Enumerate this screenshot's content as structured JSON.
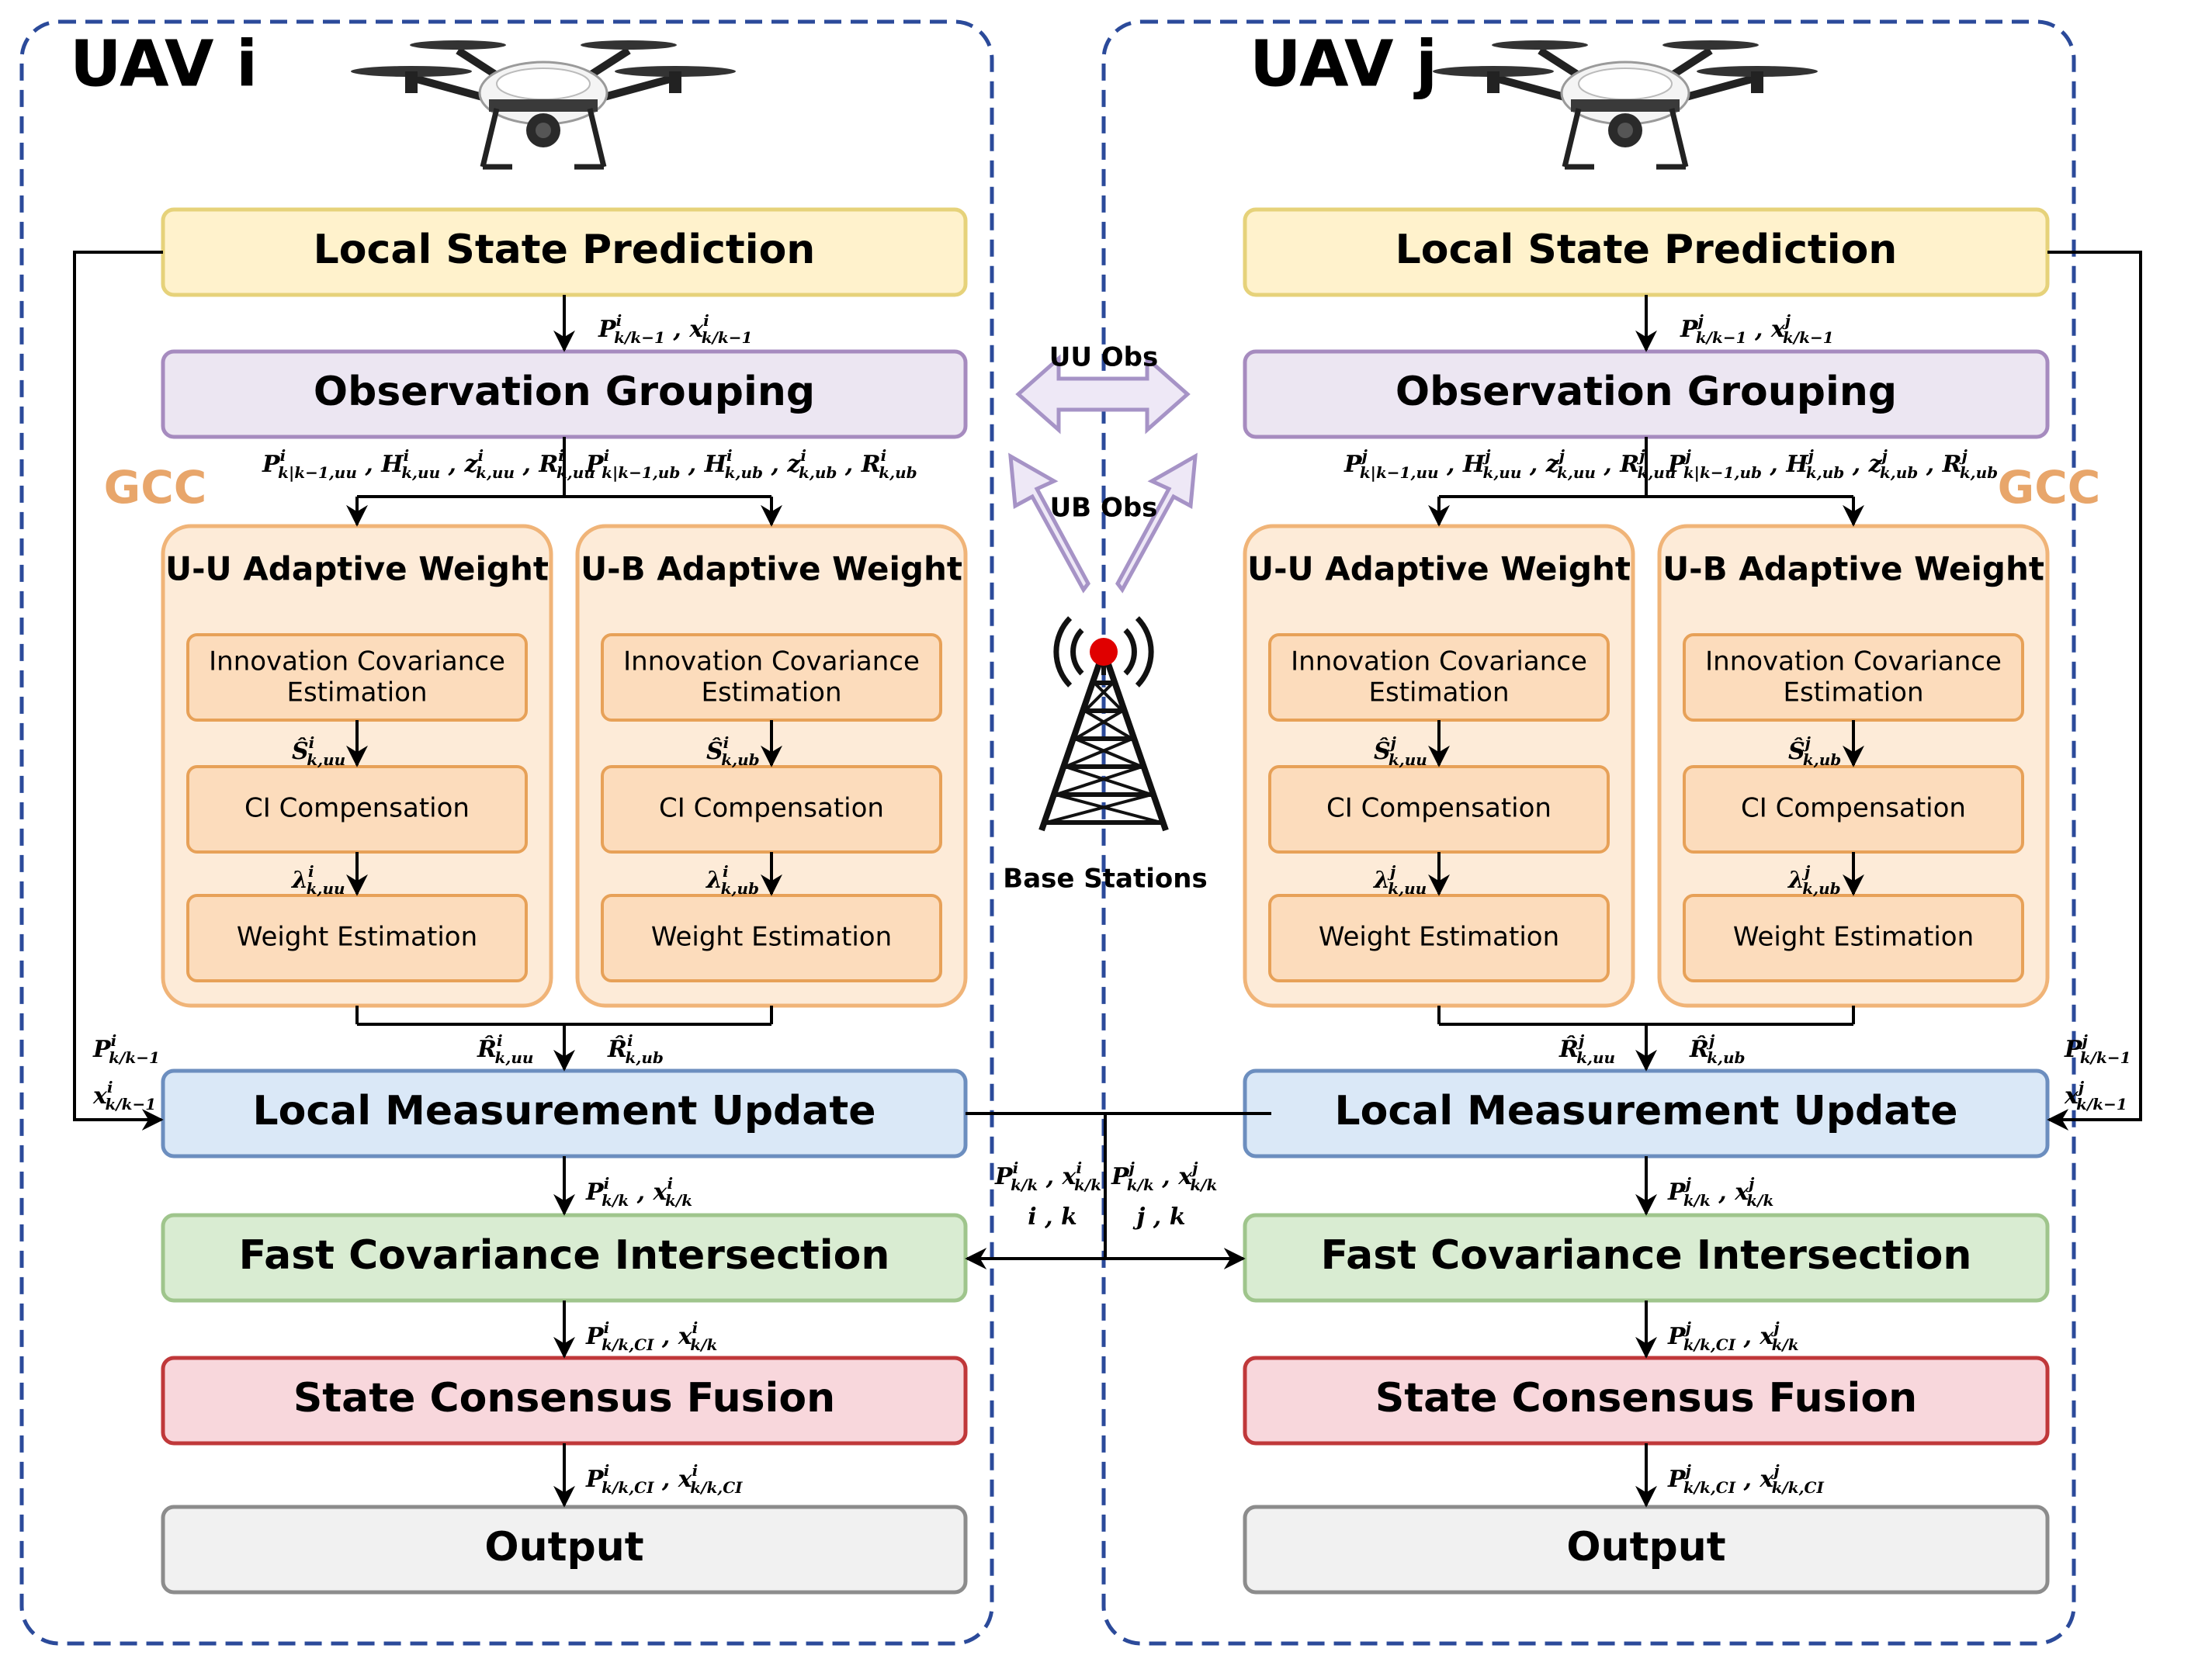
{
  "colors": {
    "panel_border": "#2b4a9a",
    "gcc_text": "#e8a66b",
    "prediction_fill": "#fff2cc",
    "prediction_stroke": "#e6d27a",
    "grouping_fill": "#ece6f2",
    "grouping_stroke": "#a68bbf",
    "adaptive_fill": "#fdebd8",
    "adaptive_stroke": "#f0b478",
    "inner_fill": "#fcdcbc",
    "inner_stroke": "#e7a158",
    "update_fill": "#dae8f7",
    "update_stroke": "#6c8ebf",
    "fci_fill": "#d9ecd2",
    "fci_stroke": "#9fc58c",
    "fusion_fill": "#f8d7dc",
    "fusion_stroke": "#c0383a",
    "output_fill": "#f1f1f1",
    "output_stroke": "#8c8c8c",
    "obs_arrow_fill": "#eee8f6",
    "obs_arrow_stroke": "#a693c6",
    "tower_color": "#111111",
    "tower_light": "#e00000"
  },
  "uav_i": {
    "title": "UAV i",
    "icon": "drone-icon",
    "gcc": "GCC",
    "prediction": "Local State Prediction",
    "grouping": "Observation Grouping",
    "uu_weight": "U-U Adaptive Weight",
    "ub_weight": "U-B Adaptive Weight",
    "innovation": [
      "Innovation Covariance",
      "Estimation"
    ],
    "ci": "CI Compensation",
    "weight_est": "Weight Estimation",
    "update": "Local Measurement Update",
    "fci": "Fast Covariance Intersection",
    "fusion": "State Consensus Fusion",
    "output": "Output",
    "sup": "i"
  },
  "uav_j": {
    "title": "UAV j",
    "icon": "drone-icon",
    "gcc": "GCC",
    "prediction": "Local State Prediction",
    "grouping": "Observation Grouping",
    "uu_weight": "U-U Adaptive Weight",
    "ub_weight": "U-B Adaptive Weight",
    "innovation": [
      "Innovation Covariance",
      "Estimation"
    ],
    "ci": "CI Compensation",
    "weight_est": "Weight Estimation",
    "update": "Local Measurement Update",
    "fci": "Fast Covariance Intersection",
    "fusion": "State Consensus Fusion",
    "output": "Output",
    "sup": "j"
  },
  "center": {
    "uu_obs": "UU Obs",
    "ub_obs": "UB Obs",
    "base_stations": "Base Stations",
    "tower_icon": "base-station-tower-icon",
    "exchange_i_sub": "i , k",
    "exchange_j_sub": "j , k"
  }
}
